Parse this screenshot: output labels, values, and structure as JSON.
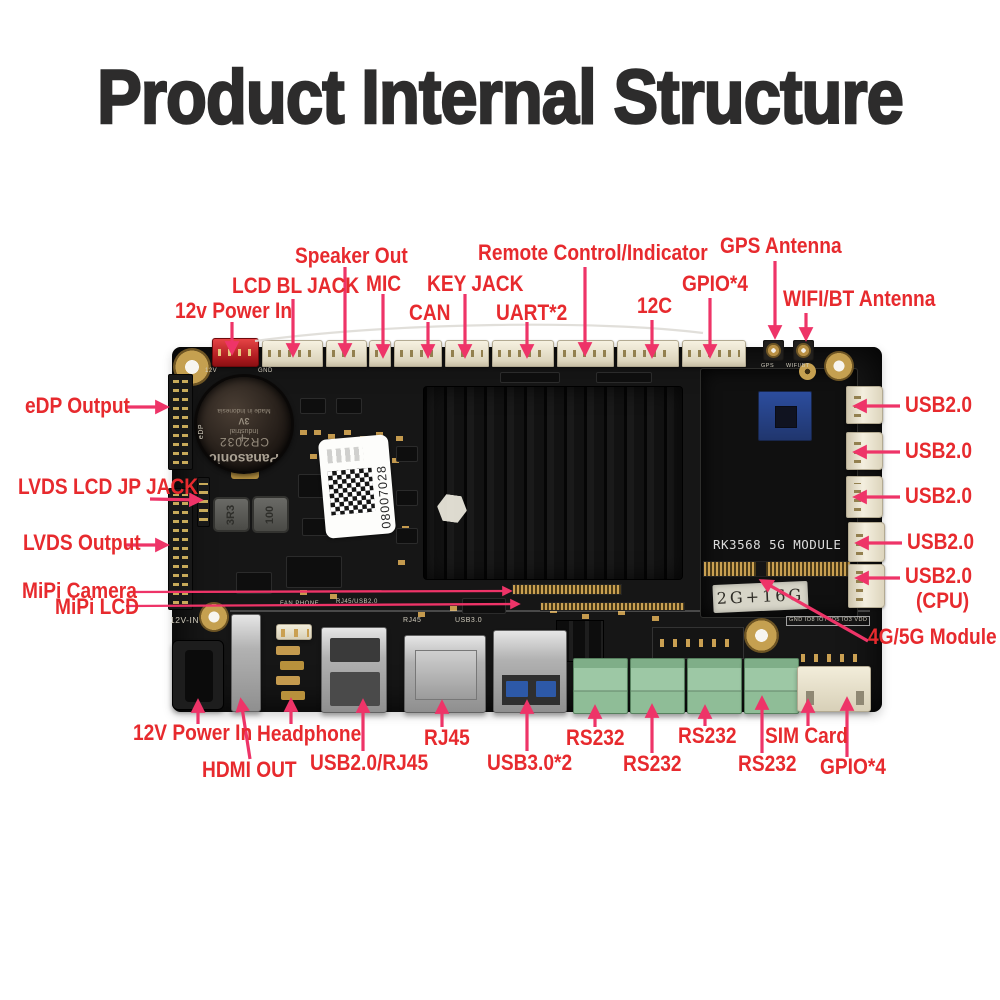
{
  "title": "Product Internal Structure",
  "accent": {
    "red": "#e72a2e",
    "pink": "#ee3468",
    "pcb": "#161616",
    "ivory": "#ece5d1",
    "green": "#95c19d",
    "gold": "#c49a4e"
  },
  "callouts": {
    "top": [
      "12v Power In",
      "LCD BL JACK",
      "Speaker Out",
      "MIC",
      "CAN",
      "KEY JACK",
      "UART*2",
      "Remote Control/Indicator",
      "12C",
      "GPIO*4",
      "GPS Antenna",
      "WIFI/BT Antenna"
    ],
    "left": [
      "eDP Output",
      "LVDS LCD JP JACK",
      "LVDS Output",
      "MiPi Camera",
      "MiPi LCD"
    ],
    "right": [
      "USB2.0",
      "USB2.0",
      "USB2.0",
      "USB2.0",
      "USB2.0",
      "(CPU)",
      "4G/5G Module"
    ],
    "bottom": [
      "12V Power In",
      "HDMI OUT",
      "Headphone",
      "USB2.0/RJ45",
      "RJ45",
      "USB3.0*2",
      "RS232",
      "RS232",
      "RS232",
      "RS232",
      "SIM Card",
      "GPIO*4"
    ]
  },
  "silkscreen": {
    "v12": "12V",
    "gnd": "GND",
    "edp": "eDP",
    "dc": "12V-IN",
    "fan": "FAN PHONE",
    "combo": "RJ45/USB2.0",
    "rj45": "RJ45",
    "usb3": "USB3.0",
    "gps": "GPS",
    "wifibt": "WIFI/BT",
    "gpio_row": "GND IO8 IO7 IO5 IO3 VDD",
    "module": "RK3568 5G MODULE"
  },
  "stickers": {
    "serial": "08007028",
    "memory": "2G+16G"
  },
  "battery": {
    "brand": "Panasonic",
    "model": "CR2032",
    "type": "Industrial",
    "voltage": "3V",
    "origin": "Made in Indonesia",
    "plus": "+"
  },
  "inductors": [
    "3R3",
    "100"
  ]
}
